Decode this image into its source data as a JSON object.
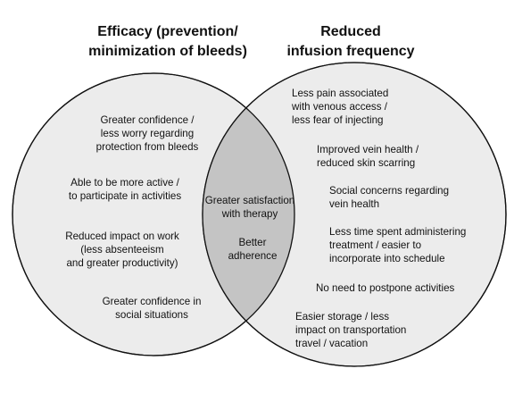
{
  "colors": {
    "background": "#ffffff",
    "left_circle_fill": "#ececec",
    "right_circle_fill": "#ececec",
    "overlap_fill": "#c4c4c4",
    "outline": "#111111",
    "text": "#111111"
  },
  "left_title": {
    "line1": "Efficacy (prevention/",
    "line2": "minimization of bleeds)"
  },
  "right_title": {
    "line1": "Reduced",
    "line2": "infusion frequency"
  },
  "left_items": [
    {
      "lines": [
        "Greater confidence /",
        "less worry regarding",
        "protection from bleeds"
      ]
    },
    {
      "lines": [
        "Able to be more active /",
        "to participate in activities"
      ]
    },
    {
      "lines": [
        "Reduced impact on work",
        "(less absenteeism",
        "and greater productivity)"
      ]
    },
    {
      "lines": [
        "Greater confidence in",
        "social situations"
      ]
    }
  ],
  "overlap_items": [
    {
      "lines": [
        "Greater satisfaction",
        "with therapy"
      ]
    },
    {
      "lines": [
        "Better",
        "adherence"
      ]
    }
  ],
  "right_items": [
    {
      "lines": [
        "Less pain associated",
        "with venous access /",
        "less fear of injecting"
      ]
    },
    {
      "lines": [
        "Improved vein health /",
        "reduced skin scarring"
      ]
    },
    {
      "lines": [
        "Social concerns regarding",
        "vein health"
      ]
    },
    {
      "lines": [
        "Less time spent administering",
        "treatment / easier to",
        "incorporate into schedule"
      ]
    },
    {
      "lines": [
        "No need to postpone activities"
      ]
    },
    {
      "lines": [
        "Easier storage / less",
        "impact on transportation",
        "travel / vacation"
      ]
    }
  ]
}
